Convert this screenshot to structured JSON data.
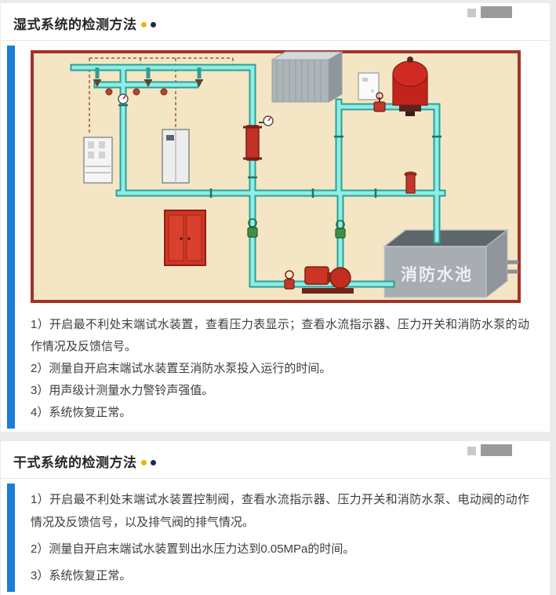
{
  "colors": {
    "accent_blue": "#1b7fd6",
    "dot_yellow": "#f0b400",
    "dot_dark": "#1d2b45",
    "diagram_border": "#a33226",
    "diagram_background": "#f4e6c4",
    "pipe_teal": "#8deee6"
  },
  "sections": [
    {
      "title": "湿式系统的检测方法",
      "items": [
        "1）开启最不利处末端试水装置，查看压力表显示；查看水流指示器、压力开关和消防水泵的动作情况及反馈信号。",
        "2）测量自开启末端试水装置至消防水泵投入运行的时间。",
        "3）用声级计测量水力警铃声强值。",
        "4）系统恢复正常。"
      ]
    },
    {
      "title": "干式系统的检测方法",
      "items": [
        "1）开启最不利处末端试水装置控制阀，查看水流指示器、压力开关和消防水泵、电动阀的动作情况及反馈信号，以及排气阀的排气情况。",
        "2）测量自开启末端试水装置到出水压力达到0.05MPa的时间。",
        "3）系统恢复正常。"
      ]
    }
  ],
  "diagram": {
    "tank_label": "消防水池"
  }
}
